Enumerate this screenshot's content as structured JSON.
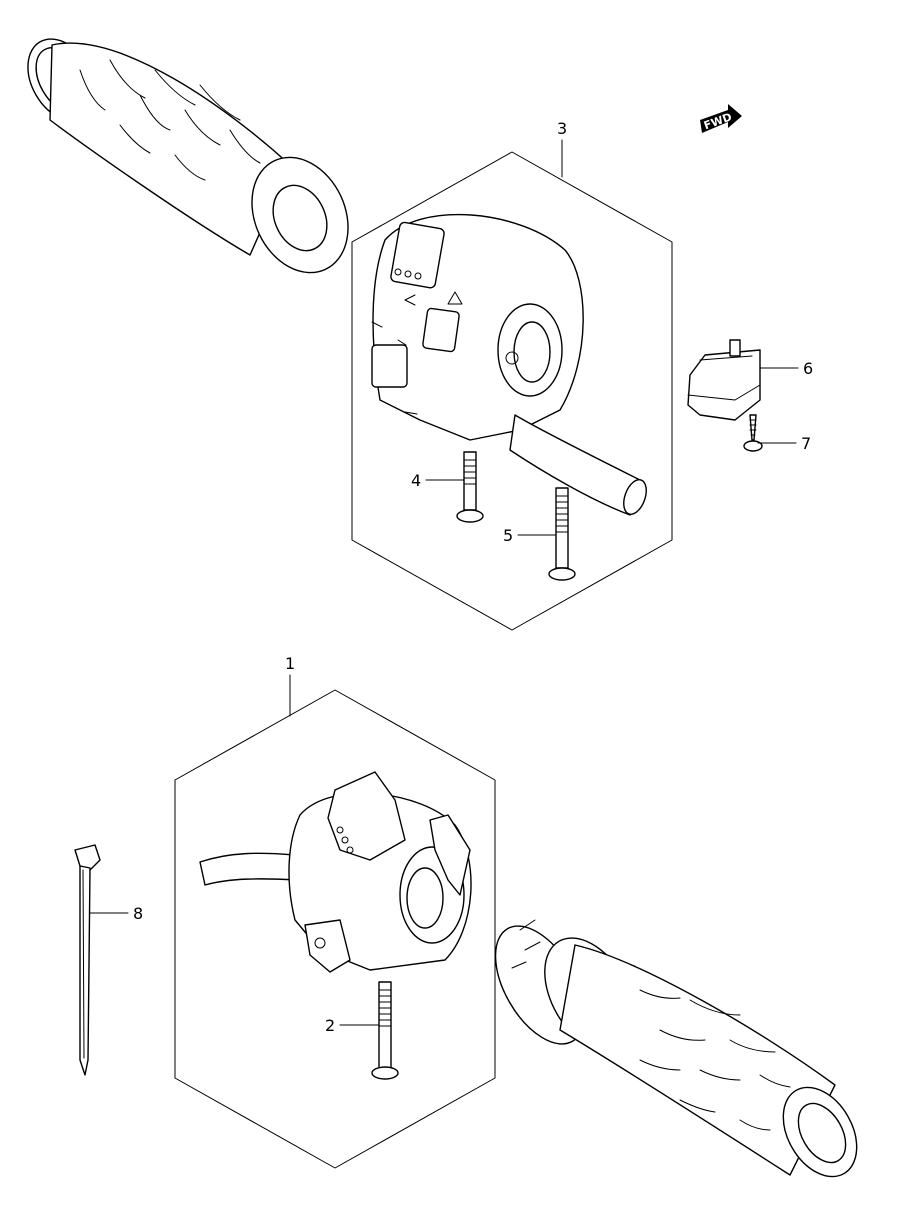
{
  "fwd_label": "FWD",
  "callouts": [
    {
      "id": "part-1",
      "label": "1"
    },
    {
      "id": "part-2",
      "label": "2"
    },
    {
      "id": "part-3",
      "label": "3"
    },
    {
      "id": "part-4",
      "label": "4"
    },
    {
      "id": "part-5",
      "label": "5"
    },
    {
      "id": "part-6",
      "label": "6"
    },
    {
      "id": "part-7",
      "label": "7"
    },
    {
      "id": "part-8",
      "label": "8"
    }
  ]
}
